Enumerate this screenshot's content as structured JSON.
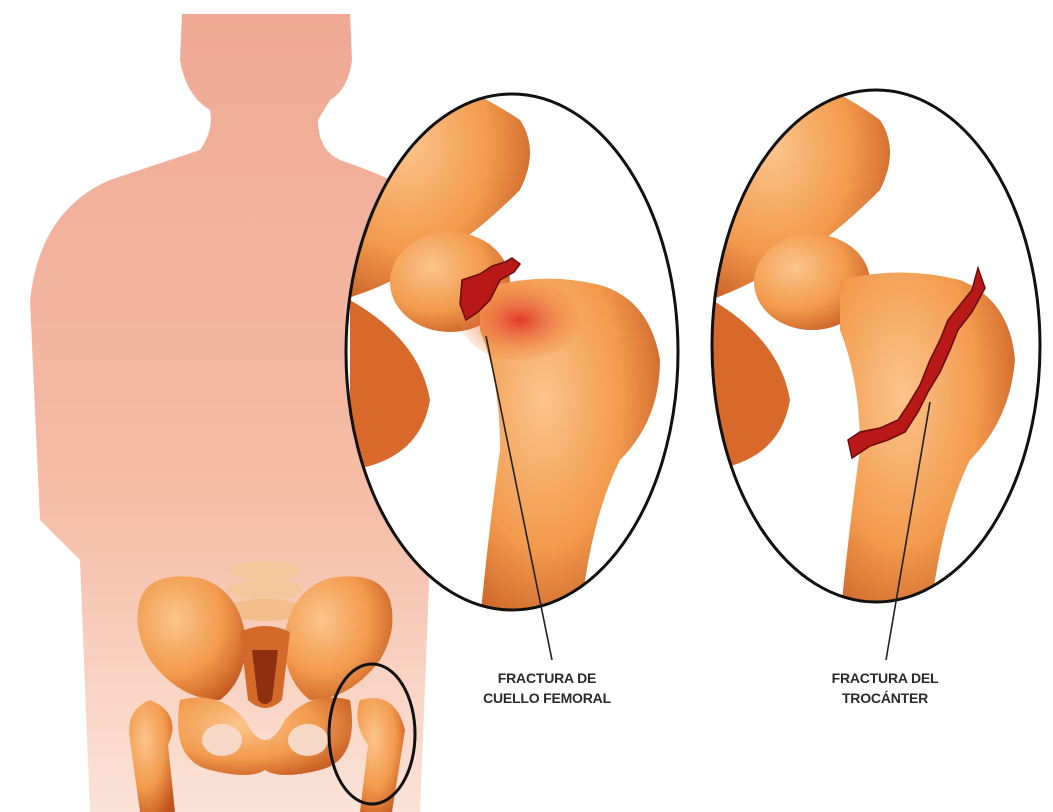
{
  "labels": {
    "neck_fracture": {
      "line1": "FRACTURA DE",
      "line2": "CUELLO FEMORAL"
    },
    "trochanter_fracture": {
      "line1": "FRACTURA DEL",
      "line2": "TROCÁNTER"
    }
  },
  "colors": {
    "body_silhouette": "#f3b6a0",
    "bone_light": "#f6a25a",
    "bone_dark": "#c9541d",
    "fracture_red": "#b81818",
    "outline": "#111111",
    "label_text": "#2a2a2a"
  }
}
